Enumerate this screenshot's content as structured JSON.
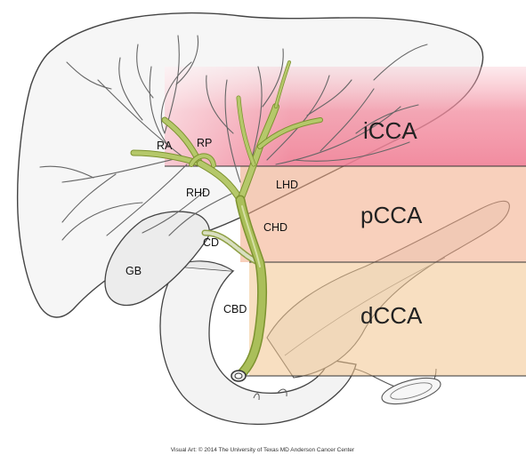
{
  "zones": [
    {
      "label": "iCCA",
      "color": "#f0889b"
    },
    {
      "label": "pCCA",
      "color": "#f3b18e"
    },
    {
      "label": "dCCA",
      "color": "#f2cb97"
    }
  ],
  "anatomy_labels": {
    "ra": "RA",
    "rp": "RP",
    "rhd": "RHD",
    "lhd": "LHD",
    "chd": "CHD",
    "cd": "CD",
    "gb": "GB",
    "cbd": "CBD"
  },
  "credit": "Visual Art: © 2014 The University of Texas MD Anderson Cancer Center",
  "colors": {
    "duct": "#aabf5a",
    "duct_outline": "#7d9230",
    "organ_fill": "#f4f4f4",
    "outline": "#444444"
  }
}
